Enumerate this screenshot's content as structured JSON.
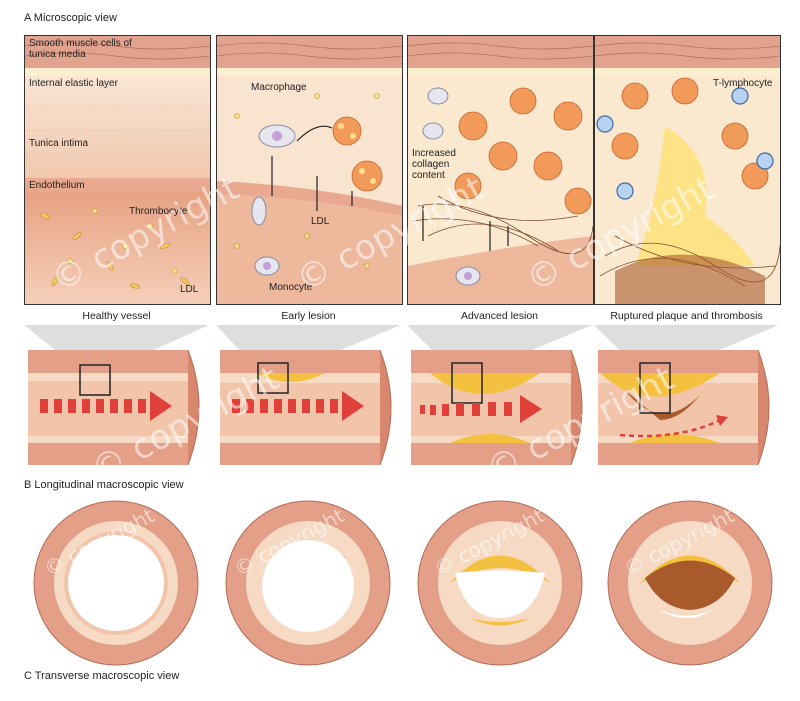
{
  "sections": {
    "a": "A  Microscopic view",
    "b": "B  Longitudinal macroscopic view",
    "c": "C  Transverse macroscopic view"
  },
  "panel1": {
    "smooth_muscle": "Smooth muscle cells of tunica media",
    "internal_elastic": "Internal elastic layer",
    "tunica_intima": "Tunica intima",
    "endothelium": "Endothelium",
    "thrombocyte": "Thrombocyte",
    "ldl": "LDL"
  },
  "panel2": {
    "macrophage": "Macrophage",
    "ldl": "LDL",
    "monocyte": "Monocyte"
  },
  "panel3": {
    "collagen": "Increased collagen content"
  },
  "panel4": {
    "t_lymphocyte": "T-lymphocyte"
  },
  "stages": [
    "Healthy vessel",
    "Early lesion",
    "Advanced lesion",
    "Ruptured plaque and thrombosis"
  ],
  "watermark": "© copyright",
  "colors": {
    "media": "#e9a58c",
    "intima": "#f6dcc5",
    "lumen_blood": "#e8a07f",
    "plaque": "#f3c13f",
    "thrombus": "#a85a2c",
    "arrow": "#e0403a",
    "frame": "#333333"
  }
}
